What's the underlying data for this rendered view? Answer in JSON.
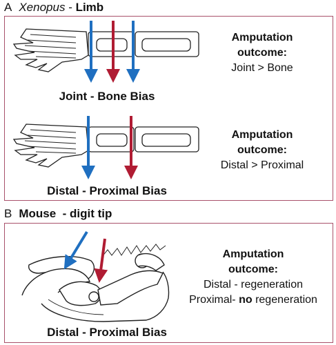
{
  "panel_a": {
    "letter": "A",
    "organism": "Xenopus",
    "separator": " - ",
    "tissue": "Limb",
    "diagram1": {
      "caption": "Joint - Bone Bias",
      "outcome_title_1": "Amputation",
      "outcome_title_2": "outcome:",
      "outcome_text": "Joint > Bone"
    },
    "diagram2": {
      "caption": "Distal - Proximal Bias",
      "outcome_title_1": "Amputation",
      "outcome_title_2": "outcome:",
      "outcome_text": "Distal > Proximal"
    }
  },
  "panel_b": {
    "letter": "B",
    "organism": "Mouse",
    "separator": "  - ",
    "tissue": "digit tip",
    "caption": "Distal - Proximal Bias",
    "outcome_title_1": "Amputation",
    "outcome_title_2": "outcome:",
    "line1": "Distal - regeneration",
    "line2_prefix": "Proximal- ",
    "line2_bold": "no",
    "line2_suffix": " regeneration"
  },
  "colors": {
    "frame": "#a8506a",
    "blue_arrow": "#1f6fc0",
    "red_arrow": "#b01c33"
  }
}
